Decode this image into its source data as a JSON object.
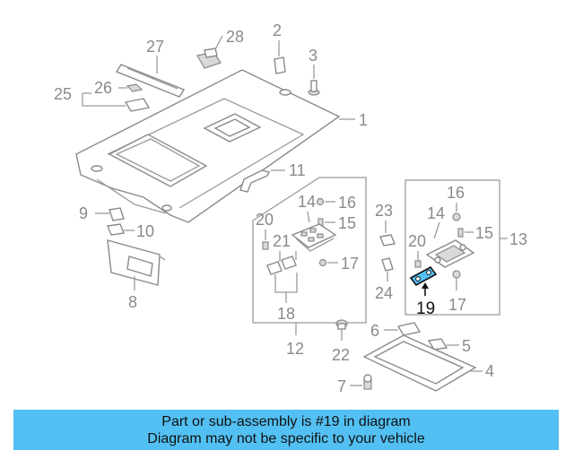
{
  "labels": {
    "p1": "1",
    "p2": "2",
    "p3": "3",
    "p4": "4",
    "p5": "5",
    "p6": "6",
    "p7": "7",
    "p8": "8",
    "p9": "9",
    "p10": "10",
    "p11": "11",
    "p12": "12",
    "p13": "13",
    "p14a": "14",
    "p14b": "14",
    "p15a": "15",
    "p15b": "15",
    "p16a": "16",
    "p16b": "16",
    "p17a": "17",
    "p17b": "17",
    "p18": "18",
    "p19": "19",
    "p20a": "20",
    "p20b": "20",
    "p21": "21",
    "p22": "22",
    "p23": "23",
    "p24": "24",
    "p25": "25",
    "p26": "26",
    "p27": "27",
    "p28": "28"
  },
  "banner": {
    "line1": "Part or sub-assembly is #19 in diagram",
    "line2": "Diagram may not be specific to your vehicle"
  },
  "colors": {
    "banner_bg": "#53c0f3",
    "highlight_part": "#53c0f3"
  }
}
